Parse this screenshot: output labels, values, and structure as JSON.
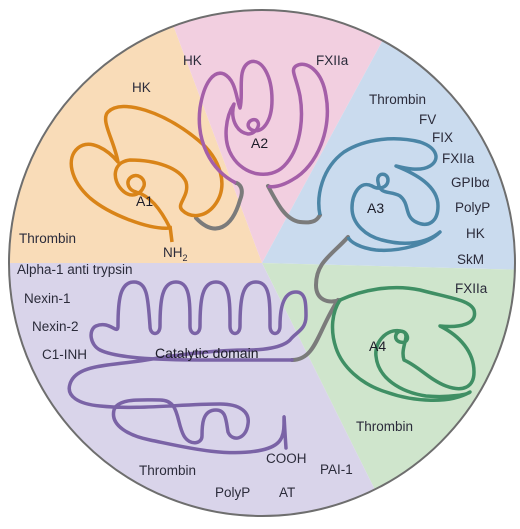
{
  "colors": {
    "sector_a1": "#f9dcb8",
    "sector_a2": "#f2cfe0",
    "sector_a3": "#cadbee",
    "sector_a4": "#cfe5cc",
    "sector_catalytic": "#d9d4ea",
    "loop_a1": "#d98418",
    "loop_a2": "#a45fa8",
    "loop_a3": "#4a85a6",
    "loop_a4": "#3f8f64",
    "loop_catalytic": "#7a63a6",
    "linker": "#7b7b7b",
    "border": "#6e6e6e"
  },
  "domains": {
    "a1": "A1",
    "a2": "A2",
    "a3": "A3",
    "a4": "A4",
    "catalytic": "Catalytic domain"
  },
  "termini": {
    "n_terminus": "NH",
    "n_terminus_sub": "2",
    "c_terminus": "COOH"
  },
  "ligands": {
    "a1": [
      "HK",
      "Thrombin"
    ],
    "a2": [
      "HK",
      "FXIIa"
    ],
    "a3": [
      "Thrombin",
      "FV",
      "FIX",
      "FXIIa",
      "GPIbα",
      "PolyP",
      "HK",
      "SkM"
    ],
    "a4": [
      "FXIIa",
      "Thrombin"
    ],
    "catalytic": [
      "Alpha-1 anti trypsin",
      "Nexin-1",
      "Nexin-2",
      "C1-INH",
      "Thrombin",
      "PolyP",
      "AT",
      "PAI-1"
    ]
  }
}
